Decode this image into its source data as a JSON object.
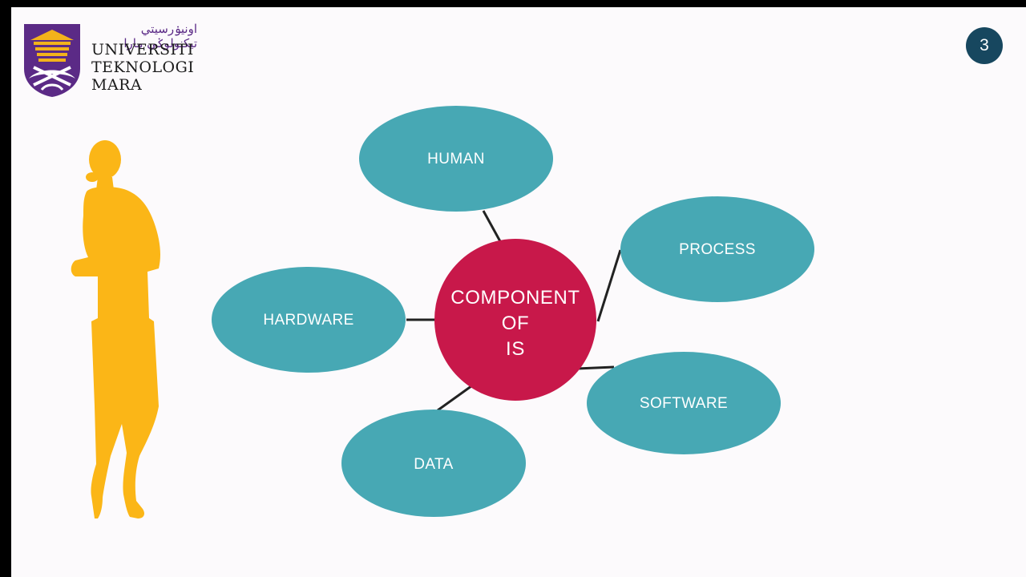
{
  "header": {
    "logo": {
      "jawi_text": "اونيۏرسيتي تيكنولوݢي مارا",
      "line1": "UNIVERSITI",
      "line2": "TEKNOLOGI",
      "line3": "MARA"
    },
    "page_number": "3"
  },
  "diagram": {
    "center": {
      "line1": "COMPONENT",
      "line2": "OF",
      "line3": "IS"
    },
    "nodes": [
      {
        "key": "human",
        "label": "HUMAN"
      },
      {
        "key": "process",
        "label": "PROCESS"
      },
      {
        "key": "hardware",
        "label": "HARDWARE"
      },
      {
        "key": "software",
        "label": "SOFTWARE"
      },
      {
        "key": "data",
        "label": "DATA"
      }
    ],
    "colors": {
      "center_fill": "#c8184a",
      "node_fill": "#47a8b4",
      "connector": "#222222",
      "figure": "#fbb617",
      "badge": "#17475f"
    }
  }
}
